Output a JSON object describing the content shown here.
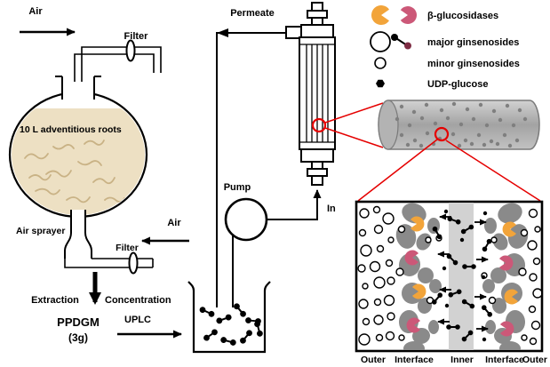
{
  "diagram": {
    "air_top": "Air",
    "filter_top": "Filter",
    "flask": "10 L adventitious roots",
    "air_sprayer": "Air sprayer",
    "air_bottom": "Air",
    "filter_bottom": "Filter",
    "extraction": "Extraction",
    "concentration": "Concentration",
    "product": "PPDGM",
    "product_amount": "(3g)",
    "uplc": "UPLC",
    "permeate": "Permeate",
    "pump": "Pump",
    "inlet": "In"
  },
  "legend": {
    "items": [
      {
        "icon": "pacman-orange-and-pink",
        "label": "β-glucosidases"
      },
      {
        "icon": "large-circle-with-dumbbell",
        "label": "major ginsenosides"
      },
      {
        "icon": "small-open-circle",
        "label": "minor ginsenosides"
      },
      {
        "icon": "black-hexagon",
        "label": "UDP-glucose"
      }
    ]
  },
  "inset": {
    "zone_labels": [
      "Outer",
      "Interface",
      "Inner",
      "Interface",
      "Outer"
    ]
  },
  "colors": {
    "enzyme-orange": "#F2A43A",
    "enzyme-pink": "#CC5878",
    "liquid-tan": "#EDE0C3",
    "highlight-red": "#E50000",
    "membrane-gray": "#8A8A8A",
    "ginsenoside-maroon": "#7E2D44"
  }
}
